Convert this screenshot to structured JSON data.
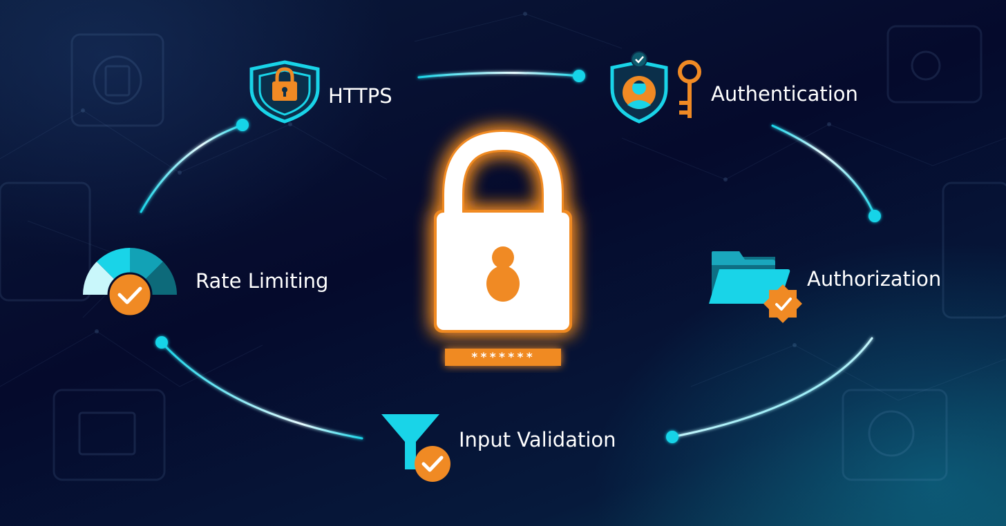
{
  "labels": {
    "https": "HTTPS",
    "authentication": "Authentication",
    "authorization": "Authorization",
    "input_validation": "Input Validation",
    "rate_limiting": "Rate Limiting"
  },
  "password_mask": "*******",
  "colors": {
    "background": "#050b2a",
    "cyan": "#19d4e8",
    "orange": "#f08a24",
    "white": "#ffffff"
  },
  "icons": {
    "https": "shield-lock-icon",
    "authentication": "shield-user-key-icon",
    "authorization": "folder-gear-icon",
    "input_validation": "funnel-check-icon",
    "rate_limiting": "gauge-check-icon",
    "center": "padlock-icon"
  }
}
